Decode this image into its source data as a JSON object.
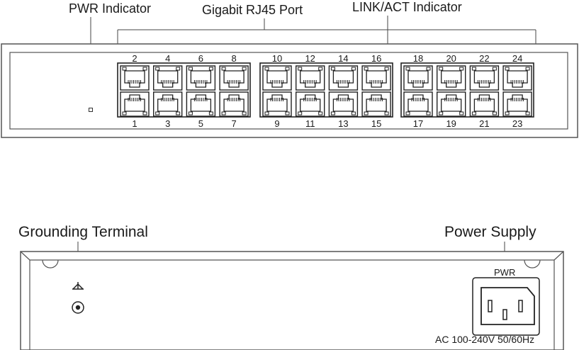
{
  "front_panel": {
    "callouts": {
      "pwr_indicator": "PWR Indicator",
      "gigabit_port": "Gigabit RJ45 Port",
      "link_act": "LINK/ACT  Indicator"
    },
    "port_groups": [
      {
        "top": [
          "2",
          "4",
          "6",
          "8"
        ],
        "bottom": [
          "1",
          "3",
          "5",
          "7"
        ]
      },
      {
        "top": [
          "10",
          "12",
          "14",
          "16"
        ],
        "bottom": [
          "9",
          "11",
          "13",
          "15"
        ]
      },
      {
        "top": [
          "18",
          "20",
          "22",
          "24"
        ],
        "bottom": [
          "17",
          "19",
          "21",
          "23"
        ]
      }
    ]
  },
  "rear_panel": {
    "callouts": {
      "grounding": "Grounding Terminal",
      "power_supply": "Power Supply"
    },
    "pwr_label": "PWR",
    "ac_rating": "AC 100-240V 50/60Hz",
    "ground_symbol": "ground-symbol-icon",
    "power_socket": "iec-c14-socket-icon"
  }
}
